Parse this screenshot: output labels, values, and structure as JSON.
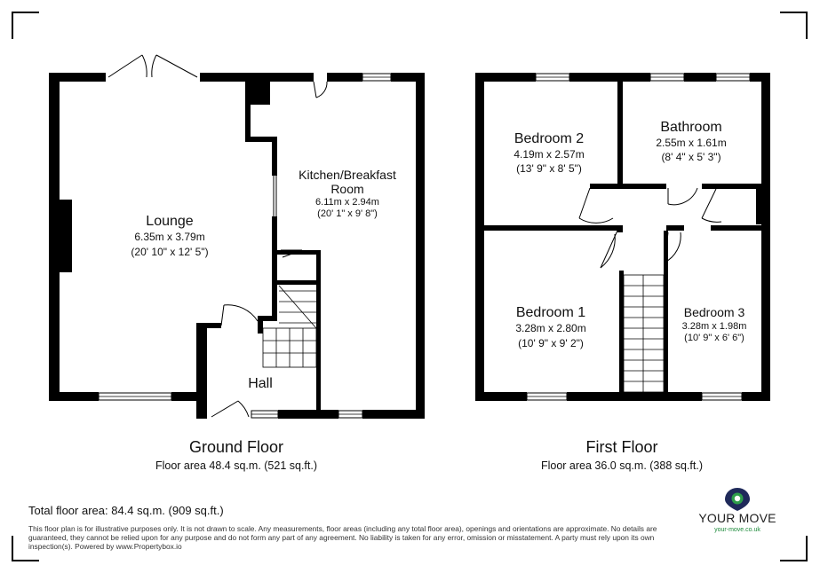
{
  "ground_floor": {
    "title": "Ground Floor",
    "area": "Floor area 48.4 sq.m. (521 sq.ft.)",
    "rooms": {
      "lounge": {
        "name": "Lounge",
        "metric": "6.35m x 3.79m",
        "imperial": "(20' 10\" x 12' 5\")"
      },
      "kitchen": {
        "name_line1": "Kitchen/Breakfast",
        "name_line2": "Room",
        "metric": "6.11m x 2.94m",
        "imperial": "(20' 1\" x 9' 8\")"
      },
      "hall": {
        "name": "Hall"
      }
    }
  },
  "first_floor": {
    "title": "First Floor",
    "area": "Floor area 36.0 sq.m. (388 sq.ft.)",
    "rooms": {
      "bedroom2": {
        "name": "Bedroom 2",
        "metric": "4.19m x 2.57m",
        "imperial": "(13' 9\" x 8' 5\")"
      },
      "bathroom": {
        "name": "Bathroom",
        "metric": "2.55m x 1.61m",
        "imperial": "(8' 4\" x 5' 3\")"
      },
      "bedroom1": {
        "name": "Bedroom 1",
        "metric": "3.28m x 2.80m",
        "imperial": "(10' 9\" x 9' 2\")"
      },
      "bedroom3": {
        "name": "Bedroom 3",
        "metric": "3.28m x 1.98m",
        "imperial": "(10' 9\" x 6' 6\")"
      }
    }
  },
  "total_area": "Total floor area: 84.4 sq.m. (909 sq.ft.)",
  "disclaimer": "This floor plan is for illustrative purposes only. It is not drawn to scale. Any measurements, floor areas (including any total floor area), openings and orientations are approximate. No details are guaranteed, they cannot be relied upon for any purpose and do not form any part of any agreement. No liability is taken for any error, omission or misstatement. A party must rely upon its own inspection(s). Powered by www.Propertybox.io",
  "logo": {
    "name": "YOUR MOVE",
    "url": "your-move.co.uk",
    "icon": "location-pin-icon",
    "colors": {
      "pin": "#1f2a5a",
      "pin_inner": "#2e9e4a",
      "url": "#1c8a3a"
    }
  },
  "colors": {
    "wall": "#000000",
    "background": "#ffffff"
  }
}
